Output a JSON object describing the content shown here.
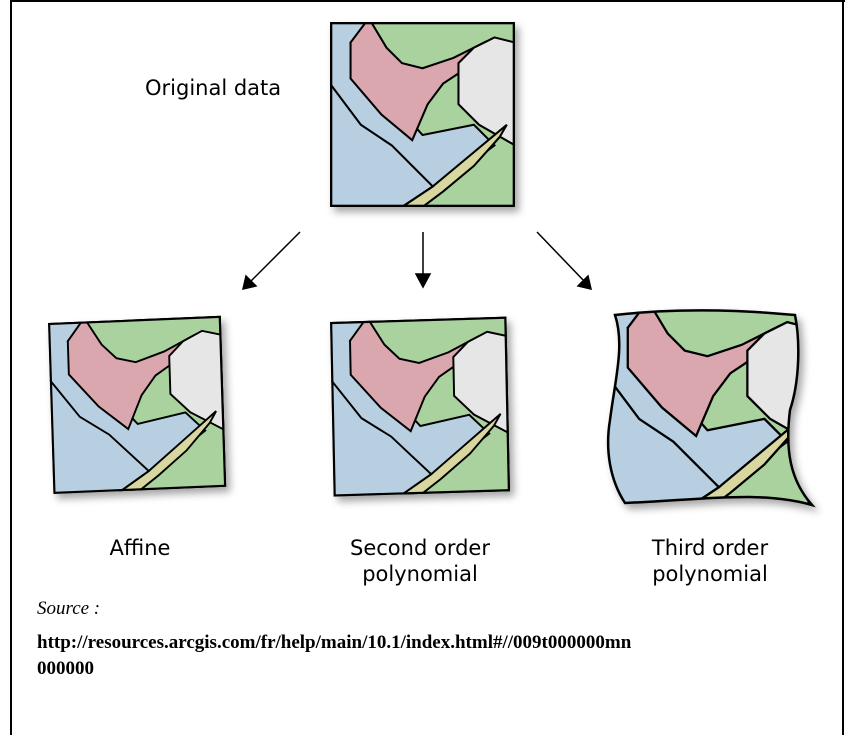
{
  "diagram": {
    "original_label": "Original data",
    "affine_label": "Affine",
    "second_label_line1": "Second order",
    "second_label_line2": "polynomial",
    "third_label_line1": "Third order",
    "third_label_line2": "polynomial"
  },
  "source": {
    "title": "Source :",
    "url_line1": "http://resources.arcgis.com/fr/help/main/10.1/index.html#//009t000000mn",
    "url_line2": "000000"
  },
  "colors": {
    "blue": "#b7cfe0",
    "pink": "#d9a7ad",
    "green": "#a9d29f",
    "gray": "#e6e6e6",
    "tan": "#d8d7a0"
  }
}
